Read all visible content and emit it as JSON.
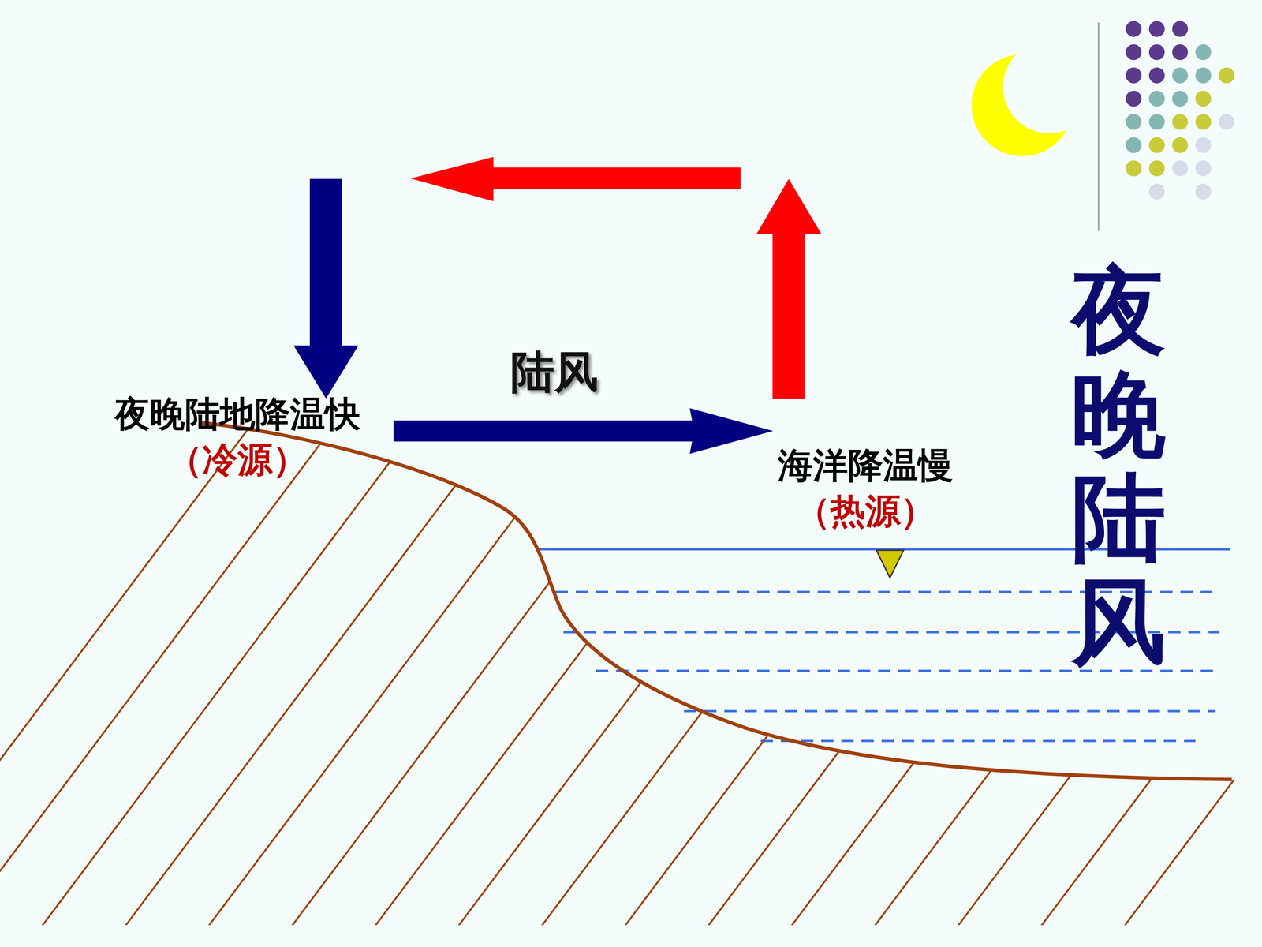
{
  "diagram": {
    "nodes": [
      {
        "text": [
          "夜晚陆地降温快",
          "（冷源）"
        ]
      },
      {
        "text": [
          "海洋降温慢",
          "（热源）"
        ]
      }
    ],
    "edges": [
      {
        "from": 0,
        "to": 1,
        "label": "陆风",
        "arrow": "to"
      }
    ],
    "labels": [
      "夜晚陆风"
    ]
  }
}
